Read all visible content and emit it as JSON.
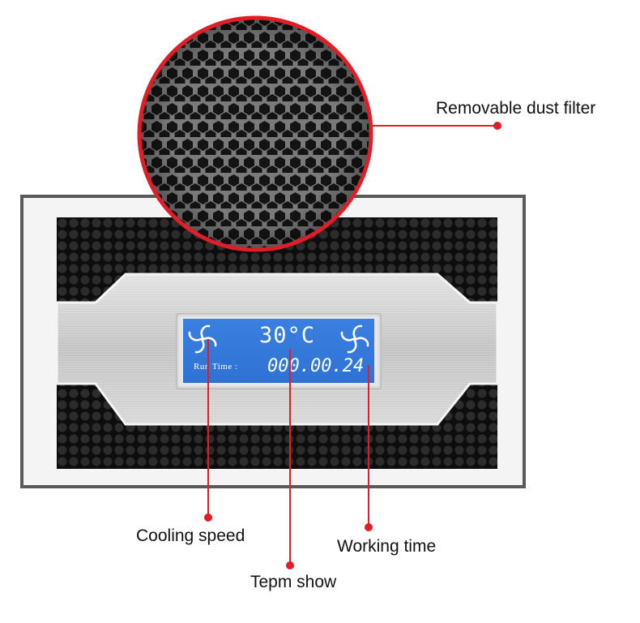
{
  "callouts": {
    "filter": "Removable dust filter",
    "cooling": "Cooling speed",
    "temp": "Tepm show",
    "working": "Working time"
  },
  "display": {
    "temperature": "30°C",
    "run_label": "Run  Time :",
    "run_value": "000.00.24"
  },
  "colors": {
    "accent": "#e11d27",
    "lcd_blue": "#2f72d4",
    "frame": "#5a5a5a"
  }
}
